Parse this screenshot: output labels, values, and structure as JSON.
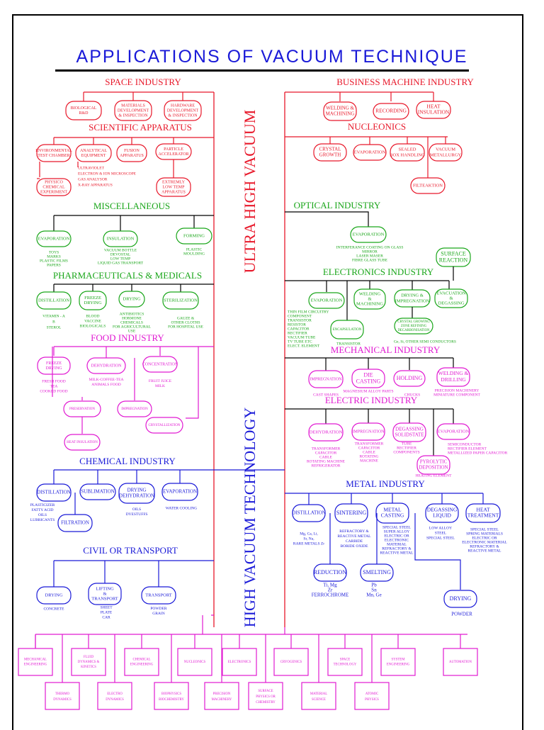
{
  "title": "APPLICATIONS OF VACUUM TECHNIQUE",
  "spine": {
    "upper": "ULTRA HIGH VACUUM",
    "lower": "HIGH VACUUM TECHNOLOGY"
  },
  "colors": {
    "red": "#e8182a",
    "green": "#1aa61a",
    "magenta": "#e11ad2",
    "blue": "#1a1ad8",
    "black": "#000000"
  },
  "left": {
    "space": {
      "heading": "SPACE INDUSTRY",
      "boxes": [
        [
          "BIOLOGICAL",
          "R&D"
        ],
        [
          "MATERIALS",
          "DEVELOPMENT",
          "& INSPECTION"
        ],
        [
          "HARDWARE",
          "DEVELOPMENT",
          "& INSPECTION"
        ]
      ]
    },
    "scientific": {
      "heading": "SCIENTIFIC APPARATUS",
      "boxes": [
        [
          "ENVIRONMENTAL",
          "TEST CHAMBER"
        ],
        [
          "ANALYTICAL",
          "EQUIPMENT"
        ],
        [
          "FUSION",
          "APPARATUS"
        ],
        [
          "PARTICLE",
          "ACCELERATOR"
        ],
        [
          "PHYSICO",
          "CHEMICAL",
          "EXPERIMENT"
        ],
        [
          "EXTREMLY",
          "LOW TEMP",
          "APPARATUS"
        ]
      ],
      "notes": [
        "ULTRAVIOLET",
        "ELECTRON & ION MICROSCOPE",
        "GAS ANALYSOR",
        "X-RAY APPARATUS"
      ]
    },
    "misc": {
      "heading": "MISCELLANEOUS",
      "boxes": [
        "EVAPORATION",
        "INSULATION",
        "FORMING"
      ],
      "notes": [
        [
          "TOYS",
          "MARKS",
          "PLASTIC FILMS",
          "PAPERS"
        ],
        [
          "VACUUM BOTTLE",
          "DEVOSTAL",
          "LOW TEMP",
          "LIQUID GAS TRANSPORT"
        ],
        [
          "PLASTIC",
          "MOULDING"
        ]
      ]
    },
    "pharma": {
      "heading": "PHARMACEUTICALS & MEDICALS",
      "boxes": [
        [
          "DISTILLATION"
        ],
        [
          "FREEZE",
          "DRYING"
        ],
        [
          "DRYING"
        ],
        [
          "STERILIZATION"
        ]
      ],
      "notes": [
        [
          "VITAMIN - A",
          "B",
          "STEROL"
        ],
        [
          "BLOOD",
          "VACCINE",
          "BIOLOGICALS"
        ],
        [
          "ANTIBIOTICS",
          "HORMONE",
          "CHEMICALS",
          "FOR AGRICULTURAL",
          "USE"
        ],
        [
          "GAUZE &",
          "OTHER CLOTHS",
          "FOR HOSPITAL USE"
        ]
      ]
    },
    "food": {
      "heading": "FOOD INDUSTRY",
      "boxes": [
        [
          "FREEZE",
          "DRYING"
        ],
        [
          "DEHYDRATION"
        ],
        [
          "CONCENTRATION"
        ],
        [
          "PRESERVATION"
        ],
        [
          "IMPREGNATION"
        ],
        [
          "HEAT INSULATION"
        ],
        [
          "CRYSTALLIZATION"
        ]
      ],
      "notes": [
        [
          "FRESH FOOD",
          "TEA",
          "COOKED FOOD"
        ],
        [
          "MILK-COFFEE-TEA",
          "ANIMALS FOOD"
        ],
        [
          "FRUIT JUICE",
          "MILK"
        ]
      ]
    },
    "chemical": {
      "heading": "CHEMICAL INDUSTRY",
      "boxes": [
        [
          "DISTILLATION"
        ],
        [
          "SUBLIMATION"
        ],
        [
          "DRYING",
          "DEHYDRATION"
        ],
        [
          "EVAPORATION"
        ],
        [
          "FILTRATION"
        ]
      ],
      "notes": [
        [
          "PLASTICIZER",
          "FATTY ACID",
          "OILS",
          "LUBRICANTS"
        ],
        [
          "OILS",
          "DYESTUFFS"
        ],
        [
          "WATER COOLING"
        ]
      ]
    },
    "civil": {
      "heading": "CIVIL OR TRANSPORT",
      "boxes": [
        [
          "DRYING"
        ],
        [
          "LIFTING",
          "&",
          "TRANSPORT"
        ],
        [
          "TRANSPORT"
        ]
      ],
      "notes": [
        [
          "CONCRETE"
        ],
        [
          "SHEET",
          "PLATE",
          "CAR"
        ],
        [
          "POWDER",
          "GRAIN"
        ]
      ]
    }
  },
  "right": {
    "business": {
      "heading": "BUSINESS MACHINE INDUSTRY",
      "boxes": [
        [
          "WELDING &",
          "MACHINING"
        ],
        [
          "RECORDING"
        ],
        [
          "HEAT",
          "INSULATION"
        ]
      ]
    },
    "nucleonics": {
      "heading": "NUCLEONICS",
      "boxes": [
        [
          "CRYSTAL",
          "GROWTH"
        ],
        [
          "EVAPORATION"
        ],
        [
          "SEALED",
          "BOX HANDLING"
        ],
        [
          "VACUUM",
          "METALLURGY"
        ],
        [
          "FILTEAKTION"
        ]
      ]
    },
    "optical": {
      "heading": "OPTICAL INDUSTRY",
      "boxes": [
        "EVAPORATION"
      ],
      "notes": [
        "INTERFERANCE COATING ON GLASS",
        "MIRROR",
        "LASER MASER",
        "FIBRE GLASS TUBE"
      ]
    },
    "electronics": {
      "heading": "ELECTRONICS INDUSTRY",
      "surface": [
        "SURFACE",
        "REACTION"
      ],
      "boxes": [
        [
          "EVAPORATION"
        ],
        [
          "WELDING",
          "&",
          "MACHINING"
        ],
        [
          "DRYING &",
          "IMPREGNATION"
        ],
        [
          "EVACUATION",
          "&",
          "DEGASSING"
        ],
        [
          "ENCAPSULATION"
        ],
        [
          "CRYSTAL GROWING",
          "ZONE REFINING",
          "DECARBONISATION"
        ]
      ],
      "notes": [
        [
          "THIN FILM CIRCUITRY",
          "COMPONENT",
          "TRANSISTOR",
          "RESISTOR",
          "CAPACITOR",
          "RECTIFIER",
          "VACUUM TUBE",
          "TV TUBE ETC",
          "ELECT. ELEMENT"
        ],
        [
          "TRANSISTOR"
        ],
        [
          "Ge, Si, OTHER SEMI CONDUCTORS"
        ]
      ]
    },
    "mechanical": {
      "heading": "MECHANICAL INDUSTRY",
      "boxes": [
        [
          "IMPREGNATION"
        ],
        [
          "DIE",
          "CASTING"
        ],
        [
          "HOLDING"
        ],
        [
          "WELDING &",
          "DRILLING"
        ]
      ],
      "notes": [
        [
          "CAST SHAPES"
        ],
        [
          "MAGNESIUM ALLOY PARTS"
        ],
        [
          "CHUCKS"
        ],
        [
          "PRECISION MACHINERY",
          "MINIATURE COMPONENT"
        ]
      ]
    },
    "electric": {
      "heading": "ELECTRIC INDUSTRY",
      "boxes": [
        [
          "DEHYDRATION"
        ],
        [
          "IMPREGNATION"
        ],
        [
          "DEGASSING",
          "SOLIDSTATE"
        ],
        [
          "EVAPORATION"
        ],
        [
          "PYROLYTIC",
          "DEPOSITION"
        ]
      ],
      "notes": [
        [
          "TRANSFORMER",
          "CAPACITOR",
          "CABLE",
          "ROTATING MACHINE",
          "REFRIGERATOR"
        ],
        [
          "TRANSFORMER",
          "CAPACITOR",
          "CABLE",
          "ROTATING",
          "MACHINE"
        ],
        [
          "TUBE",
          "RECTIFIER",
          "COMPONENTS"
        ],
        [
          "SEMICONDUCTOR",
          "RECTIFIER ELEMENT",
          "METALLIZED PAPER CAPACITOR"
        ],
        [
          "HEATING ELEMENT"
        ]
      ]
    },
    "metal": {
      "heading": "METAL INDUSTRY",
      "boxes": [
        [
          "DISTILLATION"
        ],
        [
          "SINTERING"
        ],
        [
          "METAL",
          "CASTING"
        ],
        [
          "DEGASSING",
          "LIQUID"
        ],
        [
          "HEAT",
          "TREATMENT"
        ],
        [
          "REDUCTION"
        ],
        [
          "SMELTING"
        ],
        [
          "DRYING"
        ]
      ],
      "notes": [
        [
          "Mg, Ca, Li,",
          "Sr, Na,",
          "RARE METALS Zr"
        ],
        [
          "REFRACTORY &",
          "REACTIVE METAL",
          "CARBIDE",
          "BORIDE OXIDE"
        ],
        [
          "SPECIAL STEEL",
          "SUPER ALLOY",
          "ELECTRIC OR",
          "ELECTRONIC",
          "MATERIAL",
          "REFRACTORY &",
          "REACTIVE METAL"
        ],
        [
          "LOW ALLOY",
          "STEEL",
          "SPECIAL STEEL"
        ],
        [
          "SPECIAL STEEL",
          "SPRING MATERIALS",
          "ELECTRIC OR",
          "ELECTRONIC MATERIAL",
          "REFRACTORY &",
          "REACTIVE METAL"
        ],
        [
          "Ti, Mg",
          "Zr",
          "FERROCHROME"
        ],
        [
          "Pb",
          "Sn",
          "Mn, Ge"
        ],
        [
          "POWDER"
        ]
      ]
    }
  },
  "bottom": {
    "top_row": [
      [
        "MECHANICAL",
        "ENGINEERING"
      ],
      [
        "FLUID",
        "DYNAMICS &",
        "KINETICS"
      ],
      [
        "CHEMICAL",
        "ENGINEERING"
      ],
      [
        "NUCLEONICS"
      ],
      [
        "ELECTRONICS"
      ],
      [
        "CRYOGENICS"
      ],
      [
        "SPACE",
        "TECHNOLOGY"
      ],
      [
        "SYSTEM",
        "ENGINEERING"
      ],
      [
        "AUTOMATION"
      ]
    ],
    "bottom_row": [
      [
        "THERMO",
        "DYNAMICS"
      ],
      [
        "ELECTRO",
        "DYNAMICS"
      ],
      [
        "BIOPHYSICS",
        "BIOCHEMISTRY"
      ],
      [
        "PRECISION",
        "MACHINERY"
      ],
      [
        "SURFACE",
        "PHYSICS OR",
        "CHEMISTRY"
      ],
      [
        "MATERIAL",
        "SCIENCE"
      ],
      [
        "ATOMIC",
        "PHYSICS"
      ]
    ]
  }
}
